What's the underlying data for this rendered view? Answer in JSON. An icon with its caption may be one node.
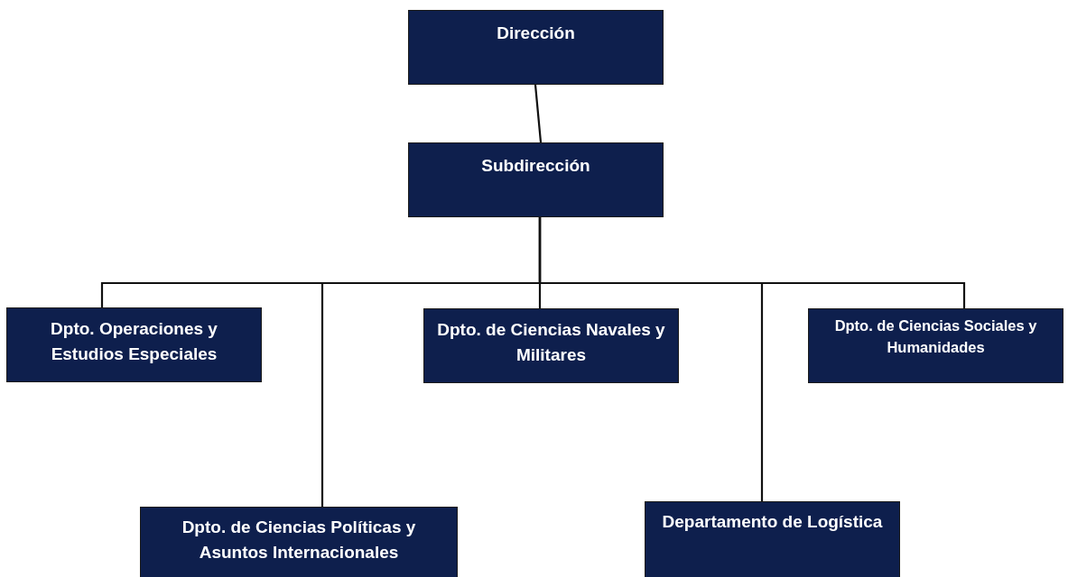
{
  "diagram": {
    "nodes": [
      {
        "text": [
          "Dirección"
        ]
      },
      {
        "text": [
          "Subdirección"
        ]
      },
      {
        "text": [
          "Dpto. Operaciones y Estudios Especiales"
        ]
      },
      {
        "text": [
          "Dpto. de Ciencias Navales y Militares"
        ]
      },
      {
        "text": [
          "Dpto. de Ciencias Sociales y Humanidades"
        ]
      },
      {
        "text": [
          "Dpto. de Ciencias Políticas y Asuntos Internacionales"
        ]
      },
      {
        "text": [
          "Departamento de Logística"
        ]
      }
    ],
    "edges": [
      {
        "from": 0,
        "to": 1,
        "arrow": "none"
      },
      {
        "from": 1,
        "to": 2,
        "arrow": "none"
      },
      {
        "from": 1,
        "to": 3,
        "arrow": "none"
      },
      {
        "from": 1,
        "to": 4,
        "arrow": "none"
      },
      {
        "from": 1,
        "to": 5,
        "arrow": "none"
      },
      {
        "from": 1,
        "to": 6,
        "arrow": "none"
      }
    ]
  }
}
